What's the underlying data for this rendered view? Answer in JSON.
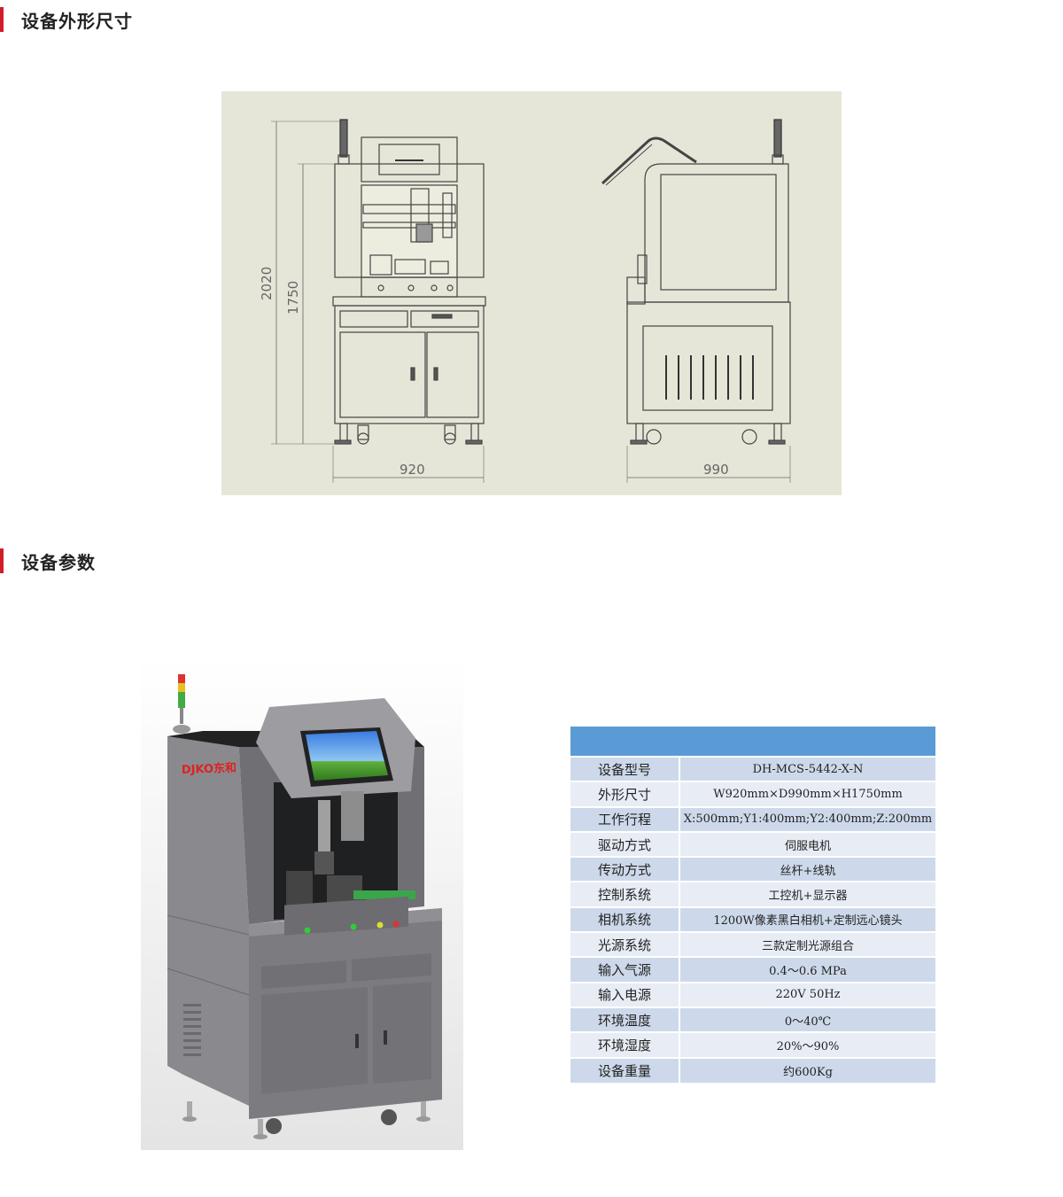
{
  "sections": {
    "dimensions_title": "设备外形尺寸",
    "params_title": "设备参数"
  },
  "drawing": {
    "total_height": "2020",
    "body_height": "1750",
    "width": "920",
    "depth": "990"
  },
  "render": {
    "brand_logo": "DJKO东和"
  },
  "spec_table": {
    "rows": [
      {
        "label": "设备型号",
        "value": "DH-MCS-5442-X-N"
      },
      {
        "label": "外形尺寸",
        "value": "W920mm×D990mm×H1750mm"
      },
      {
        "label": "工作行程",
        "value": "X:500mm;Y1:400mm;Y2:400mm;Z:200mm"
      },
      {
        "label": "驱动方式",
        "value": "伺服电机"
      },
      {
        "label": "传动方式",
        "value": "丝杆+线轨"
      },
      {
        "label": "控制系统",
        "value": "工控机+显示器"
      },
      {
        "label": "相机系统",
        "value": "1200W像素黑白相机+定制远心镜头"
      },
      {
        "label": "光源系统",
        "value": "三款定制光源组合"
      },
      {
        "label": "输入气源",
        "value": "0.4～0.6 MPa"
      },
      {
        "label": "输入电源",
        "value": "220V 50Hz"
      },
      {
        "label": "环境温度",
        "value": "0～40℃"
      },
      {
        "label": "环境湿度",
        "value": "20%～90%"
      },
      {
        "label": "设备重量",
        "value": "约600Kg"
      }
    ]
  }
}
